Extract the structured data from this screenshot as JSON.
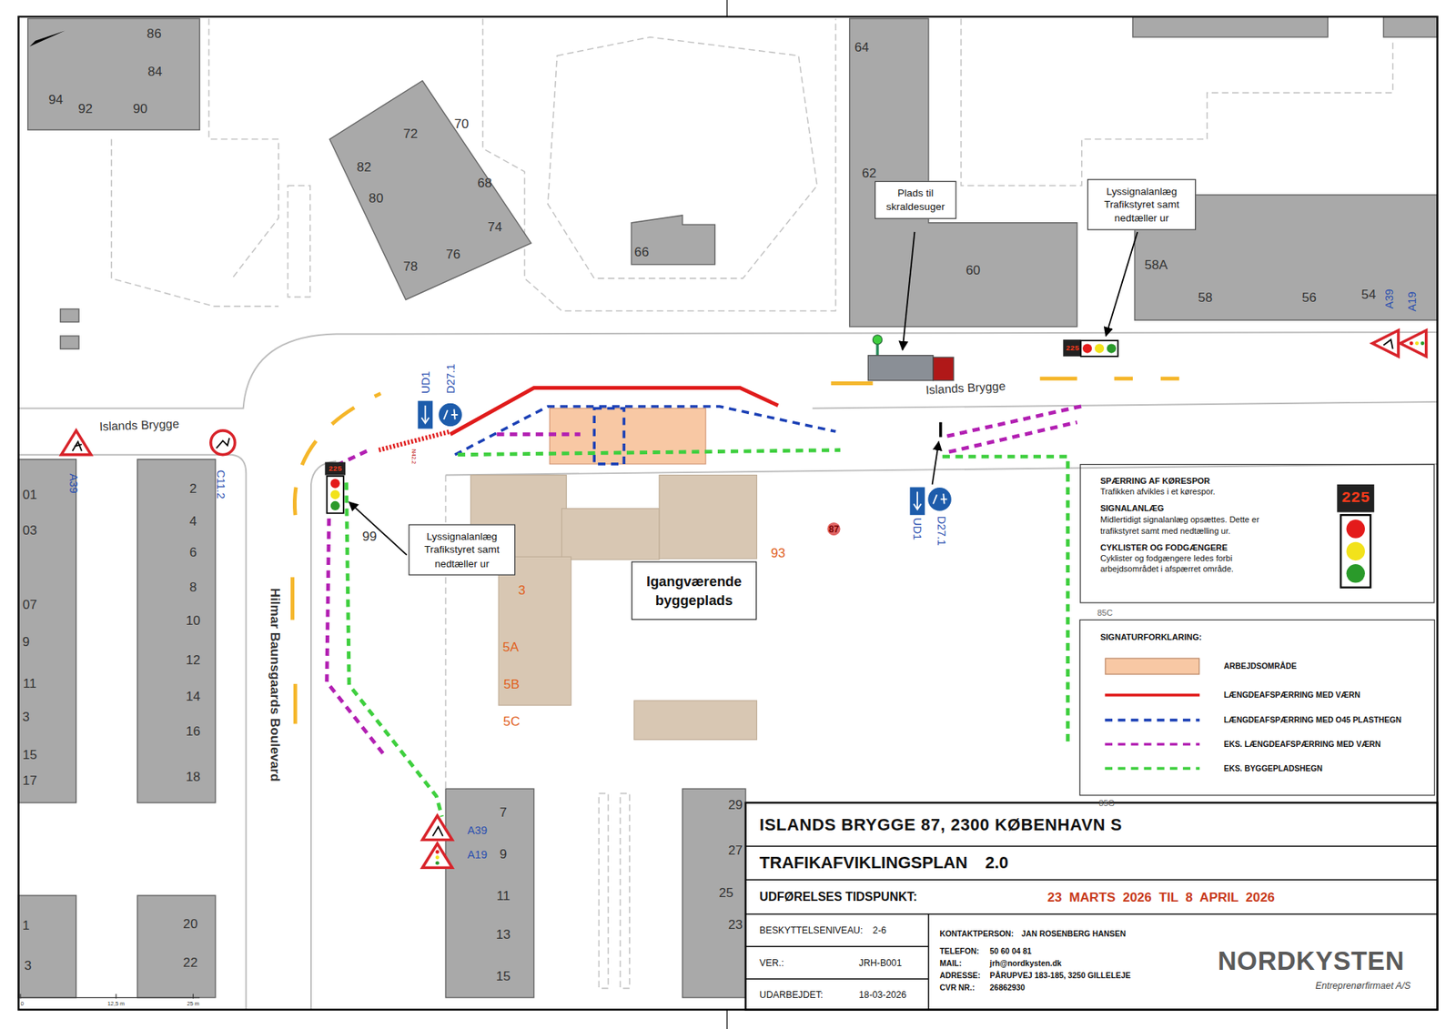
{
  "diagram": {
    "title": "ISLANDS BRYGGE 87, 2300 KØBENHAVN S",
    "nodes": [
      {
        "text": [
          "Plads til skraldesuger"
        ]
      },
      {
        "text": [
          "Lyssignalanlæg Trafikstyret samt nedtæller ur"
        ]
      },
      {
        "text": [
          "Lyssignalanlæg Trafikstyret samt nedtæller ur"
        ]
      },
      {
        "text": [
          "Igangværende byggeplads"
        ]
      },
      {
        "text": [
          "SPÆRRING AF KØRESPOR",
          "Trafikken afvikles i et kørespor.",
          "SIGNALANLÆG",
          "Midlertidigt signalanlæg opsættes. Dette er trafikstyret samt med nedtælling ur.",
          "CYKLISTER OG FODGÆNGERE",
          "Cyklister og fodgængere ledes forbi arbejdsområdet i afspærret område."
        ]
      }
    ],
    "labels": [
      "86",
      "84",
      "94",
      "92",
      "90",
      "72",
      "70",
      "82",
      "80",
      "68",
      "74",
      "76",
      "78",
      "66",
      "64",
      "62",
      "60",
      "58A",
      "58",
      "56",
      "54",
      "A39",
      "A19",
      "Islands Brygge",
      "Islands Brygge",
      "UD1",
      "D27.1",
      "C11.2",
      "A39",
      "N42.2",
      "2",
      "4",
      "6",
      "8",
      "10",
      "12",
      "14",
      "16",
      "18",
      "01",
      "03",
      "07",
      "9",
      "11",
      "3",
      "15",
      "17",
      "99",
      "87",
      "93",
      "3",
      "5A",
      "5B",
      "5C",
      "Hilmar Baunsgaards Boulevard",
      "A39",
      "A19",
      "7",
      "9",
      "11",
      "13",
      "15",
      "29",
      "27",
      "25",
      "23",
      "20",
      "22",
      "3",
      "1",
      "UD1",
      "D27.1",
      "85C",
      "85G",
      "225",
      "225",
      "225",
      "SIGNATURFORKLARING:",
      "0",
      "12,5 m",
      "25 m",
      "TRAFIKAFVIKLINGSPLAN 2.0",
      "UDFØRELSES TIDSPUNKT:",
      "23 MARTS 2026 TIL 8 APRIL 2026",
      "BESKYTTELSENIVEAU:",
      "2-6",
      "VER.:",
      "JRH-B001",
      "UDARBEJDET:",
      "18-03-2026",
      "KONTAKTPERSON:",
      "JAN ROSENBERG HANSEN",
      "TELEFON:",
      "50 60 04 81",
      "MAIL:",
      "jrh@nordkysten.dk",
      "ADRESSE:",
      "PÅRUPVEJ 183-185, 3250 GILLELEJE",
      "CVR NR.:",
      "26862930",
      "NORDKYSTEN",
      "Entreprenørfirmaet A/S"
    ],
    "legend": [
      {
        "text": "ARBEJDSOMRÅDE",
        "color": "#f8c8a4"
      },
      {
        "text": "LÆNGDEAFSPÆRRING MED VÆRN"
      },
      {
        "text": "LÆNGDEAFSPÆRRING MED O45 PLASTHEGN"
      },
      {
        "text": "EKS. LÆNGDEAFSPÆRRING MED VÆRN"
      },
      {
        "text": "EKS. BYGGEPLADSHEGN"
      }
    ]
  }
}
